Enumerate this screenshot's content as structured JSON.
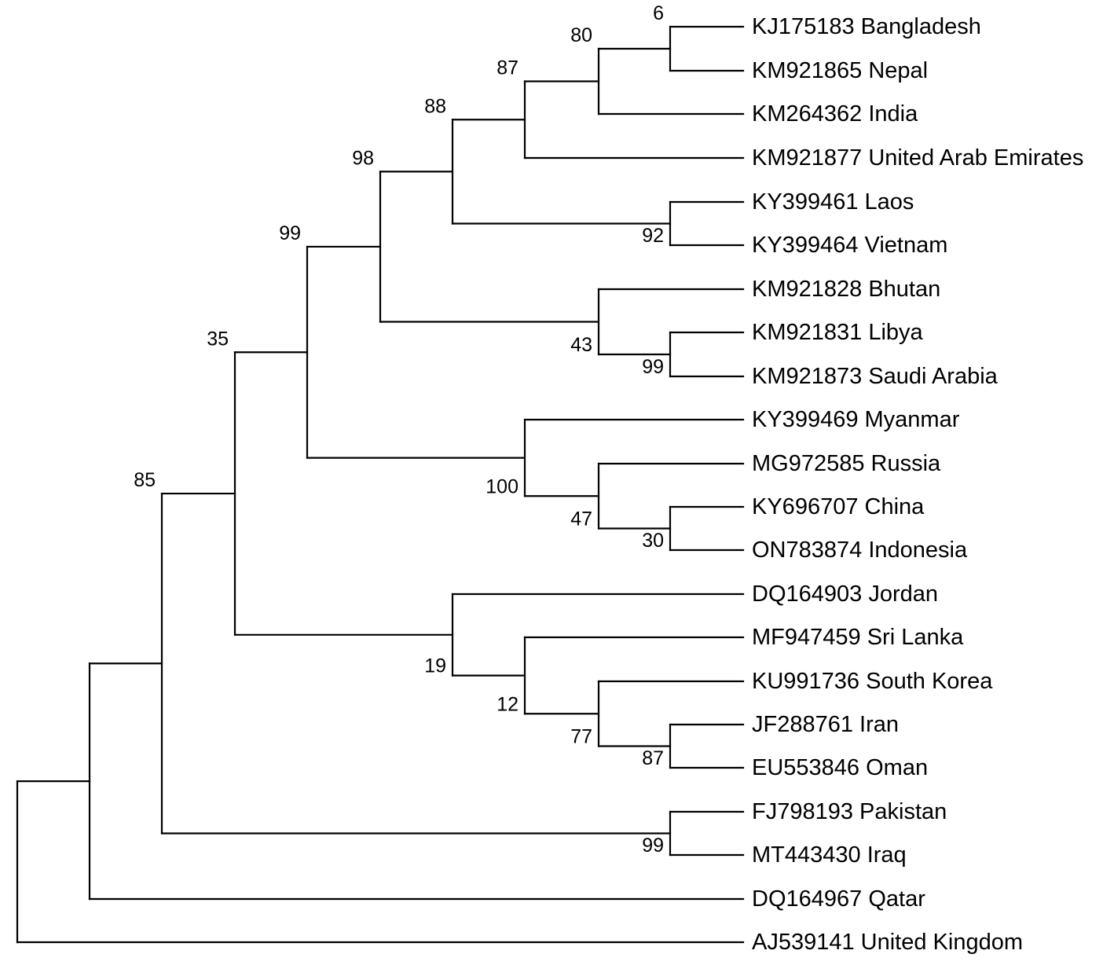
{
  "tree": {
    "leaves": [
      {
        "id": "bangladesh",
        "label": "KJ175183 Bangladesh"
      },
      {
        "id": "nepal",
        "label": "KM921865 Nepal"
      },
      {
        "id": "india",
        "label": "KM264362 India"
      },
      {
        "id": "uae",
        "label": "KM921877 United Arab Emirates"
      },
      {
        "id": "laos",
        "label": "KY399461 Laos"
      },
      {
        "id": "vietnam",
        "label": "KY399464 Vietnam"
      },
      {
        "id": "bhutan",
        "label": "KM921828 Bhutan"
      },
      {
        "id": "libya",
        "label": "KM921831 Libya"
      },
      {
        "id": "saudi",
        "label": "KM921873 Saudi Arabia"
      },
      {
        "id": "myanmar",
        "label": "KY399469 Myanmar"
      },
      {
        "id": "russia",
        "label": "MG972585 Russia"
      },
      {
        "id": "china",
        "label": "KY696707 China"
      },
      {
        "id": "indonesia",
        "label": "ON783874 Indonesia"
      },
      {
        "id": "jordan",
        "label": "DQ164903 Jordan"
      },
      {
        "id": "srilanka",
        "label": "MF947459 Sri Lanka"
      },
      {
        "id": "southkorea",
        "label": "KU991736 South Korea"
      },
      {
        "id": "iran",
        "label": "JF288761 Iran"
      },
      {
        "id": "oman",
        "label": "EU553846 Oman"
      },
      {
        "id": "pakistan",
        "label": "FJ798193 Pakistan"
      },
      {
        "id": "iraq",
        "label": "MT443430 Iraq"
      },
      {
        "id": "qatar",
        "label": "DQ164967 Qatar"
      },
      {
        "id": "uk",
        "label": "AJ539141 United Kingdom"
      }
    ],
    "bootstrap": [
      {
        "id": "n-bangladesh-nepal",
        "value": "6"
      },
      {
        "id": "n-india-clade",
        "value": "80"
      },
      {
        "id": "n-uae-clade",
        "value": "87"
      },
      {
        "id": "n-laos-vietnam",
        "value": "92"
      },
      {
        "id": "n-south-asia-sea",
        "value": "88"
      },
      {
        "id": "n-libya-saudi",
        "value": "99"
      },
      {
        "id": "n-bhutan-clade",
        "value": "43"
      },
      {
        "id": "n-asia-mena",
        "value": "98"
      },
      {
        "id": "n-china-indonesia",
        "value": "30"
      },
      {
        "id": "n-russia-clade",
        "value": "47"
      },
      {
        "id": "n-myanmar-clade",
        "value": "100"
      },
      {
        "id": "n-core",
        "value": "99"
      },
      {
        "id": "n-iran-oman",
        "value": "87"
      },
      {
        "id": "n-southkorea-clade",
        "value": "77"
      },
      {
        "id": "n-srilanka-clade",
        "value": "12"
      },
      {
        "id": "n-jordan-clade",
        "value": "19"
      },
      {
        "id": "n-big",
        "value": "35"
      },
      {
        "id": "n-pakistan-iraq",
        "value": "99"
      },
      {
        "id": "n-ingroup",
        "value": "85"
      }
    ]
  }
}
